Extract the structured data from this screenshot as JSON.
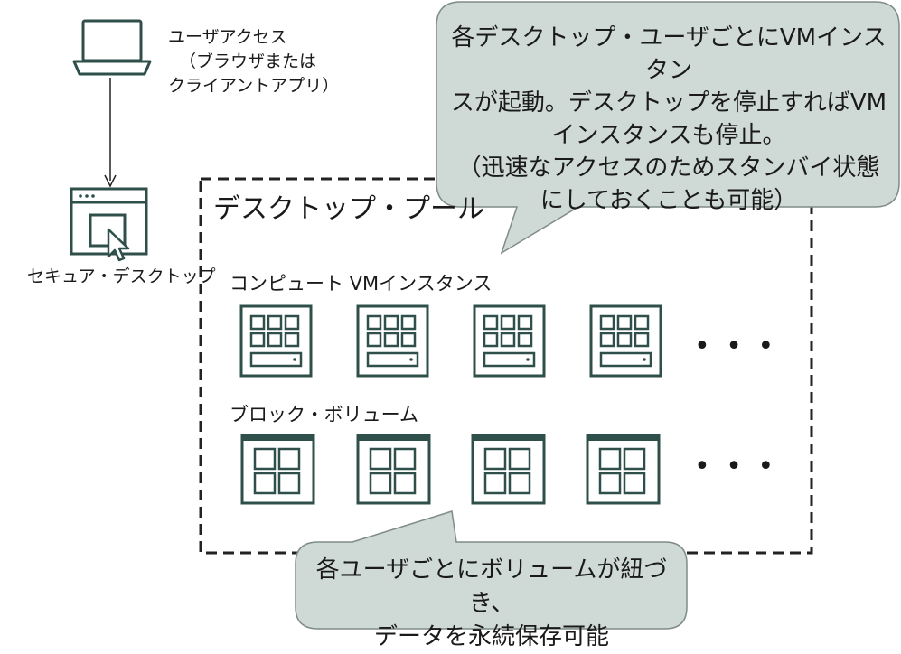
{
  "user_access": {
    "line1": "ユーザアクセス",
    "line2": "（ブラウザまたは",
    "line3": "クライアントアプリ）"
  },
  "secure_desktop": {
    "label": "セキュア・デスクトップ"
  },
  "desktop_pool": {
    "title": "デスクトップ・プール",
    "compute_label": "コンピュート VMインスタンス",
    "block_label": "ブロック・ボリューム",
    "ellipsis": "• • •"
  },
  "callout_top": {
    "lines": [
      "各デスクトップ・ユーザごとにVMインスタン",
      "スが起動。デスクトップを停止すればVM",
      "インスタンスも停止。",
      "（迅速なアクセスのためスタンバイ状態",
      "にしておくことも可能）"
    ]
  },
  "callout_bottom": {
    "lines": [
      "各ユーザごとにボリュームが紐づき、",
      "データを永続保存可能"
    ]
  },
  "colors": {
    "icon": "#2f4f4a",
    "callout_fill": "#cfd9d6",
    "callout_stroke": "#7f8c89",
    "line": "#222222"
  }
}
